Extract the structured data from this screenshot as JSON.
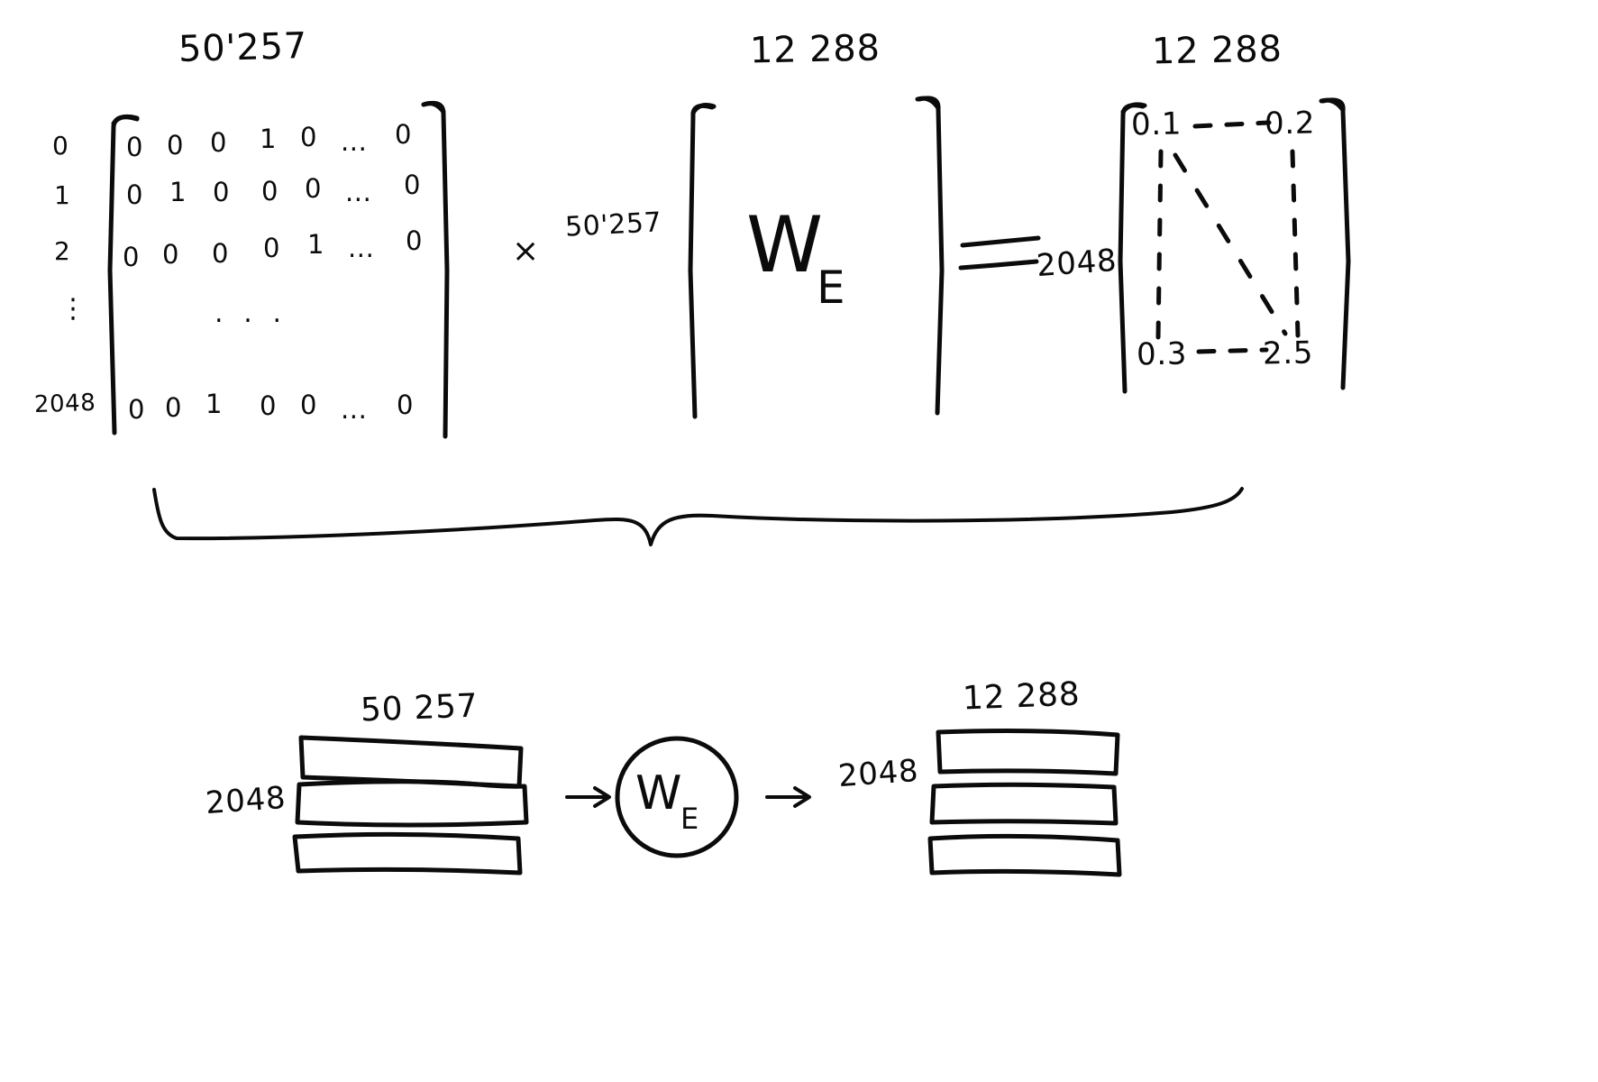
{
  "diagram": {
    "title_implicit": "one-hot token matrix times embedding matrix",
    "equation": {
      "onehot_matrix": {
        "top_label": "50'257",
        "row_labels": [
          "0",
          "1",
          "2",
          "⋮",
          "2048"
        ],
        "rows": [
          [
            "0",
            "0",
            "0",
            "1",
            "0",
            "...",
            "0"
          ],
          [
            "0",
            "1",
            "0",
            "0",
            "0",
            "...",
            "0"
          ],
          [
            "0",
            "0",
            "0",
            "0",
            "1",
            "...",
            "0"
          ],
          [
            ".",
            ".",
            "."
          ],
          [
            "0",
            "0",
            "1",
            "0",
            "0",
            "...",
            "0"
          ]
        ]
      },
      "multiply_symbol": "×",
      "embedding_matrix": {
        "left_label": "50'257",
        "top_label": "12 288",
        "name": "W",
        "subscript": "E"
      },
      "equals_symbol": "=",
      "result_matrix": {
        "left_label": "2048",
        "top_label": "12 288",
        "top_left_value": "0.1",
        "top_right_value": "0.2",
        "bottom_left_value": "0.3",
        "bottom_right_value": "2.5"
      }
    },
    "summary": {
      "input": {
        "top_label": "50 257",
        "left_label": "2048",
        "bar_count": 3
      },
      "arrow_in": "→",
      "operator": {
        "name": "W",
        "subscript": "E"
      },
      "arrow_out": "→",
      "output": {
        "top_label": "12 288",
        "left_label": "2048",
        "bar_count": 3
      }
    },
    "brace": {
      "orientation": "down",
      "spans": "whole equation"
    },
    "colors": {
      "ink": "#0b0b0b",
      "background": "#ffffff"
    }
  }
}
